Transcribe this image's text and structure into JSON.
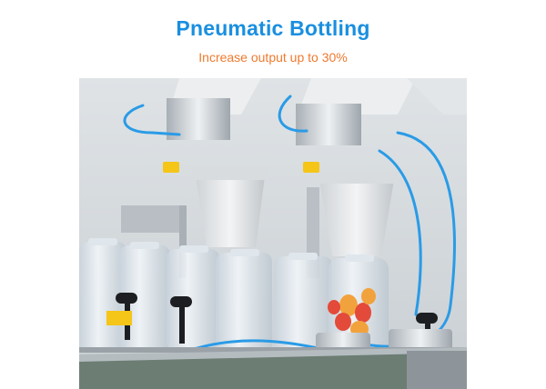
{
  "header": {
    "title": "Pneumatic Bottling",
    "subtitle": "Increase output up to 30%"
  },
  "colors": {
    "title": "#1a8fe0",
    "subtitle": "#ee7a2e",
    "tube": "#2a9be6",
    "steel": "#c9ced3",
    "bottle": "#d9e2ea",
    "gummy_red": "#e34a3a",
    "gummy_orange": "#f2a23c",
    "belt": "#6c7d73"
  },
  "photo": {
    "subject": "pneumatic-bottling-machine"
  }
}
